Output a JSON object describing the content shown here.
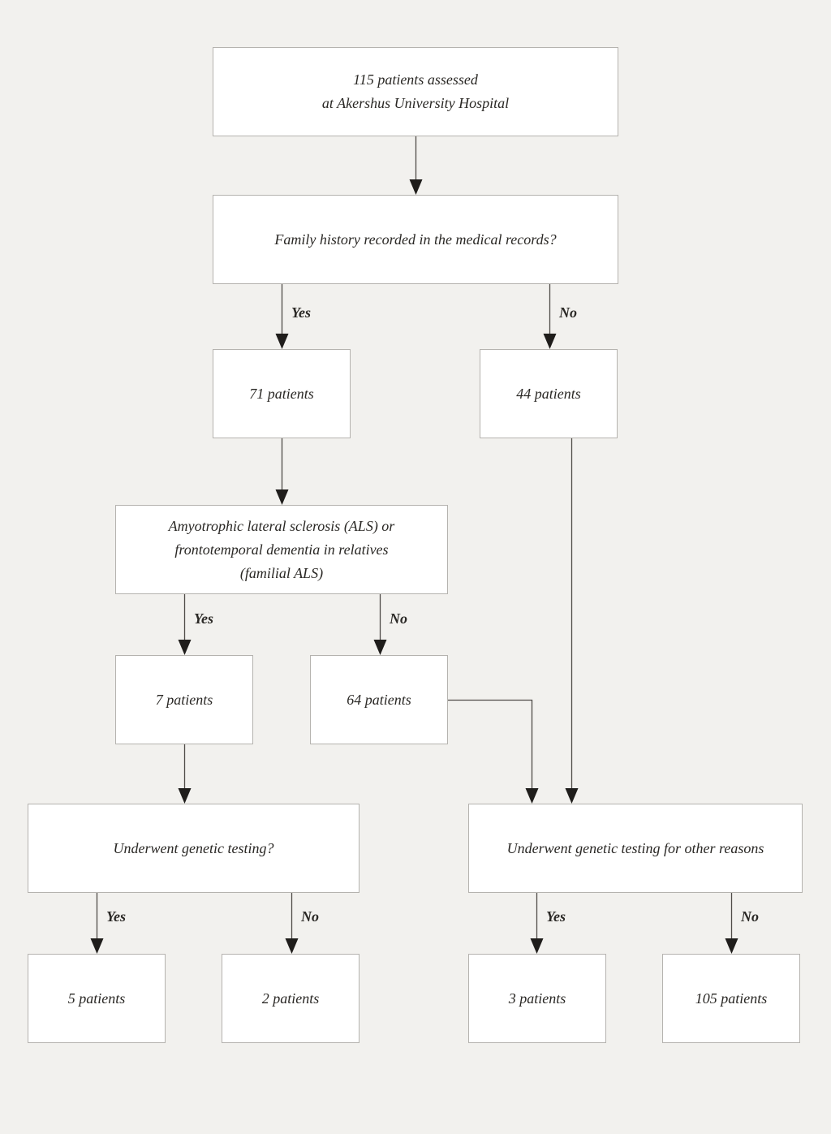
{
  "diagram": {
    "type": "flowchart",
    "background_color": "#f2f1ee",
    "node_fill_color": "#ffffff",
    "node_border_color": "#b5b3af",
    "connector_color": "#4f4c48",
    "arrowhead_color": "#1f1d1b",
    "text_color": "#2a2825"
  },
  "nodes": [
    {
      "id": "assessed",
      "label": "115 patients assessed\nat Akershus University Hospital"
    },
    {
      "id": "family-history-question",
      "label": "Family history recorded in the medical records?"
    },
    {
      "id": "family-history-yes-count",
      "label": "71 patients"
    },
    {
      "id": "family-history-no-count",
      "label": "44 patients"
    },
    {
      "id": "familial-als-question",
      "label": "Amyotrophic lateral sclerosis (ALS) or\nfrontotemporal dementia in relatives\n(familial ALS)"
    },
    {
      "id": "familial-als-yes-count",
      "label": "7 patients"
    },
    {
      "id": "familial-als-no-count",
      "label": "64 patients"
    },
    {
      "id": "genetic-testing-question",
      "label": "Underwent genetic testing?"
    },
    {
      "id": "genetic-testing-other-reasons",
      "label": "Underwent genetic testing for other reasons"
    },
    {
      "id": "genetic-testing-yes-count",
      "label": "5 patients"
    },
    {
      "id": "genetic-testing-no-count",
      "label": "2 patients"
    },
    {
      "id": "genetic-testing-other-yes-count",
      "label": "3 patients"
    },
    {
      "id": "genetic-testing-other-no-count",
      "label": "105 patients"
    }
  ],
  "branch_labels": [
    {
      "id": "family-history-yes",
      "label": "Yes"
    },
    {
      "id": "family-history-no",
      "label": "No"
    },
    {
      "id": "familial-als-yes",
      "label": "Yes"
    },
    {
      "id": "familial-als-no",
      "label": "No"
    },
    {
      "id": "genetic-testing-yes",
      "label": "Yes"
    },
    {
      "id": "genetic-testing-no",
      "label": "No"
    },
    {
      "id": "genetic-testing-other-yes",
      "label": "Yes"
    },
    {
      "id": "genetic-testing-other-no",
      "label": "No"
    }
  ]
}
